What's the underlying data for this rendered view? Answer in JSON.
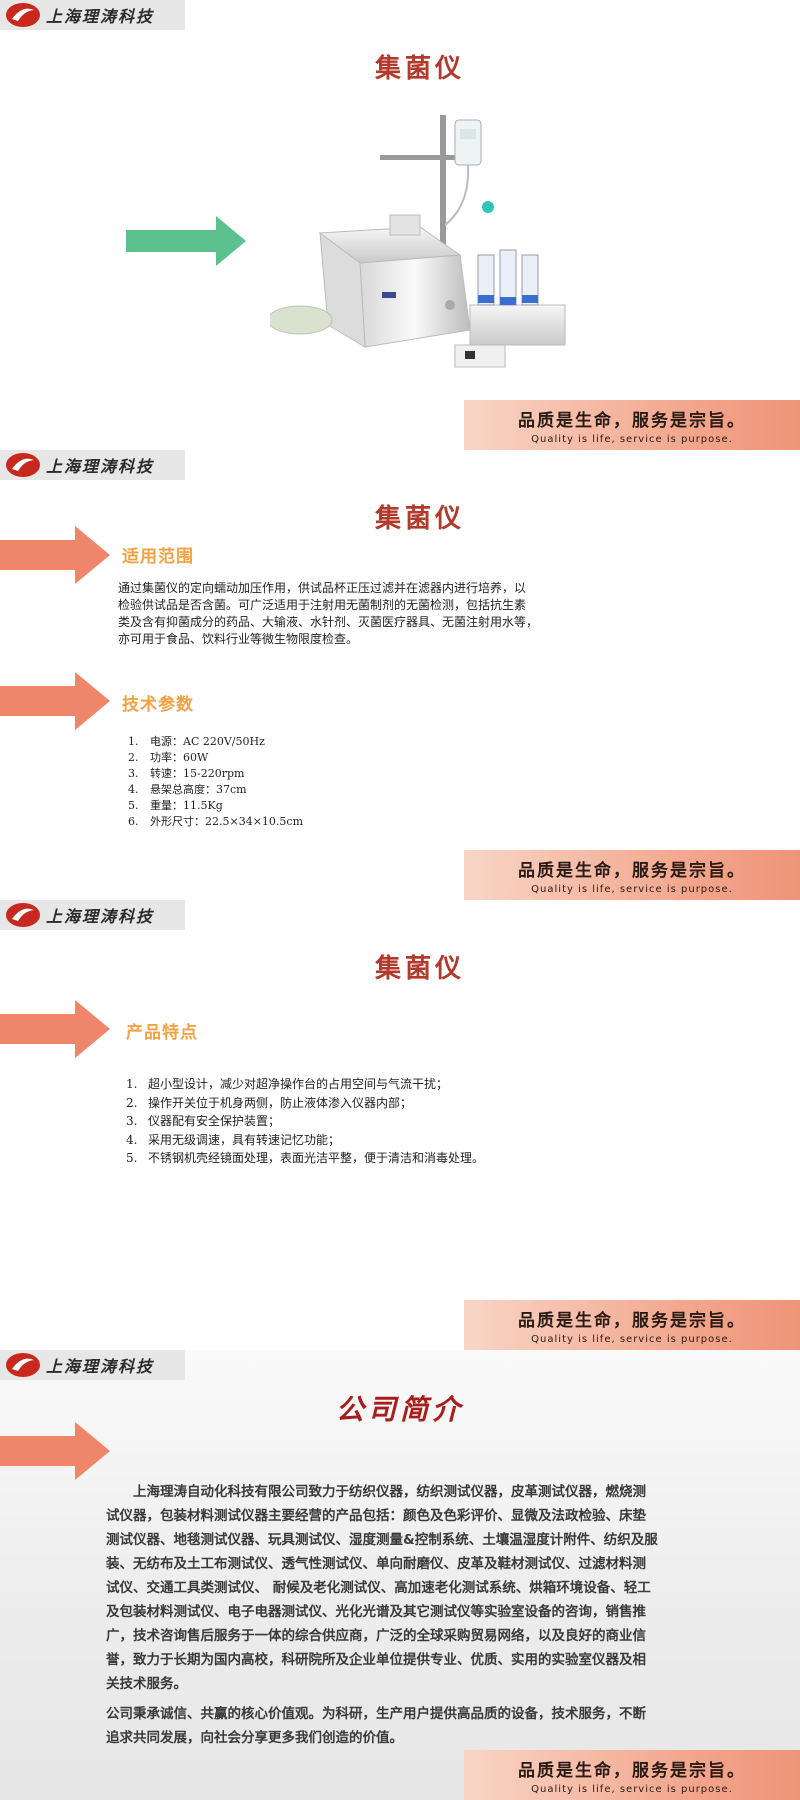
{
  "logo": {
    "text": "上海理涛科技"
  },
  "product": {
    "title": "集菌仪"
  },
  "slogan": {
    "cn": "品质是生命，服务是宗旨。",
    "en": "Quality is life, service is purpose."
  },
  "scope": {
    "heading": "适用范围",
    "lines": [
      "通过集菌仪的定向蠕动加压作用，供试品杯正压过滤并在滤器内进行培养，以",
      "检验供试品是否含菌。可广泛适用于注射用无菌制剂的无菌检测，包括抗生素",
      "类及含有抑菌成分的药品、大输液、水针剂、灭菌医疗器具、无菌注射用水等，",
      "亦可用于食品、饮料行业等微生物限度检查。"
    ]
  },
  "params": {
    "heading": "技术参数",
    "items": [
      {
        "num": "1.",
        "text": "电源：AC 220V/50Hz"
      },
      {
        "num": "2.",
        "text": "功率：60W"
      },
      {
        "num": "3.",
        "text": "转速：15-220rpm"
      },
      {
        "num": "4.",
        "text": "悬架总高度：37cm"
      },
      {
        "num": "5.",
        "text": "重量：11.5Kg"
      },
      {
        "num": "6.",
        "text": "外形尺寸：22.5×34×10.5cm"
      }
    ]
  },
  "features": {
    "heading": "产品特点",
    "items": [
      {
        "num": "1.",
        "text": "超小型设计，减少对超净操作台的占用空间与气流干扰；"
      },
      {
        "num": "2.",
        "text": "操作开关位于机身两侧，防止液体渗入仪器内部；"
      },
      {
        "num": "3.",
        "text": "仪器配有安全保护装置；"
      },
      {
        "num": "4.",
        "text": "采用无级调速，具有转速记忆功能；"
      },
      {
        "num": "5.",
        "text": "不锈钢机壳经镜面处理，表面光洁平整，便于清洁和消毒处理。"
      }
    ]
  },
  "company": {
    "title": "公司简介",
    "lines1": [
      "　　上海理涛自动化科技有限公司致力于纺织仪器，纺织测试仪器，皮革测试仪器，燃烧测",
      "试仪器，包装材料测试仪器主要经营的产品包括：颜色及色彩评价、显微及法政检验、床垫",
      "测试仪器、地毯测试仪器、玩具测试仪、湿度测量&控制系统、土壤温湿度计附件、纺织及服",
      "装、无纺布及土工布测试仪、透气性测试仪、单向耐磨仪、皮革及鞋材测试仪、过滤材料测",
      "试仪、交通工具类测试仪、 耐候及老化测试仪、高加速老化测试系统、烘箱环境设备、轻工",
      "及包装材料测试仪、电子电器测试仪、光化光谱及其它测试仪等实验室设备的咨询，销售推",
      "广，技术咨询售后服务于一体的综合供应商，广泛的全球采购贸易网络，以及良好的商业信",
      "誉，致力于长期为国内高校，科研院所及企业单位提供专业、优质、实用的实验室仪器及相",
      "关技术服务。"
    ],
    "lines2": [
      "公司秉承诚信、共赢的核心价值观。为科研，生产用户提供高品质的设备，技术服务，不断",
      "追求共同发展，向社会分享更多我们创造的价值。"
    ]
  },
  "colors": {
    "accent_red": "#b23a2c",
    "section_orange": "#f3a243",
    "arrow_salmon": "#ef8569",
    "arrow_green": "#5cc08f"
  }
}
